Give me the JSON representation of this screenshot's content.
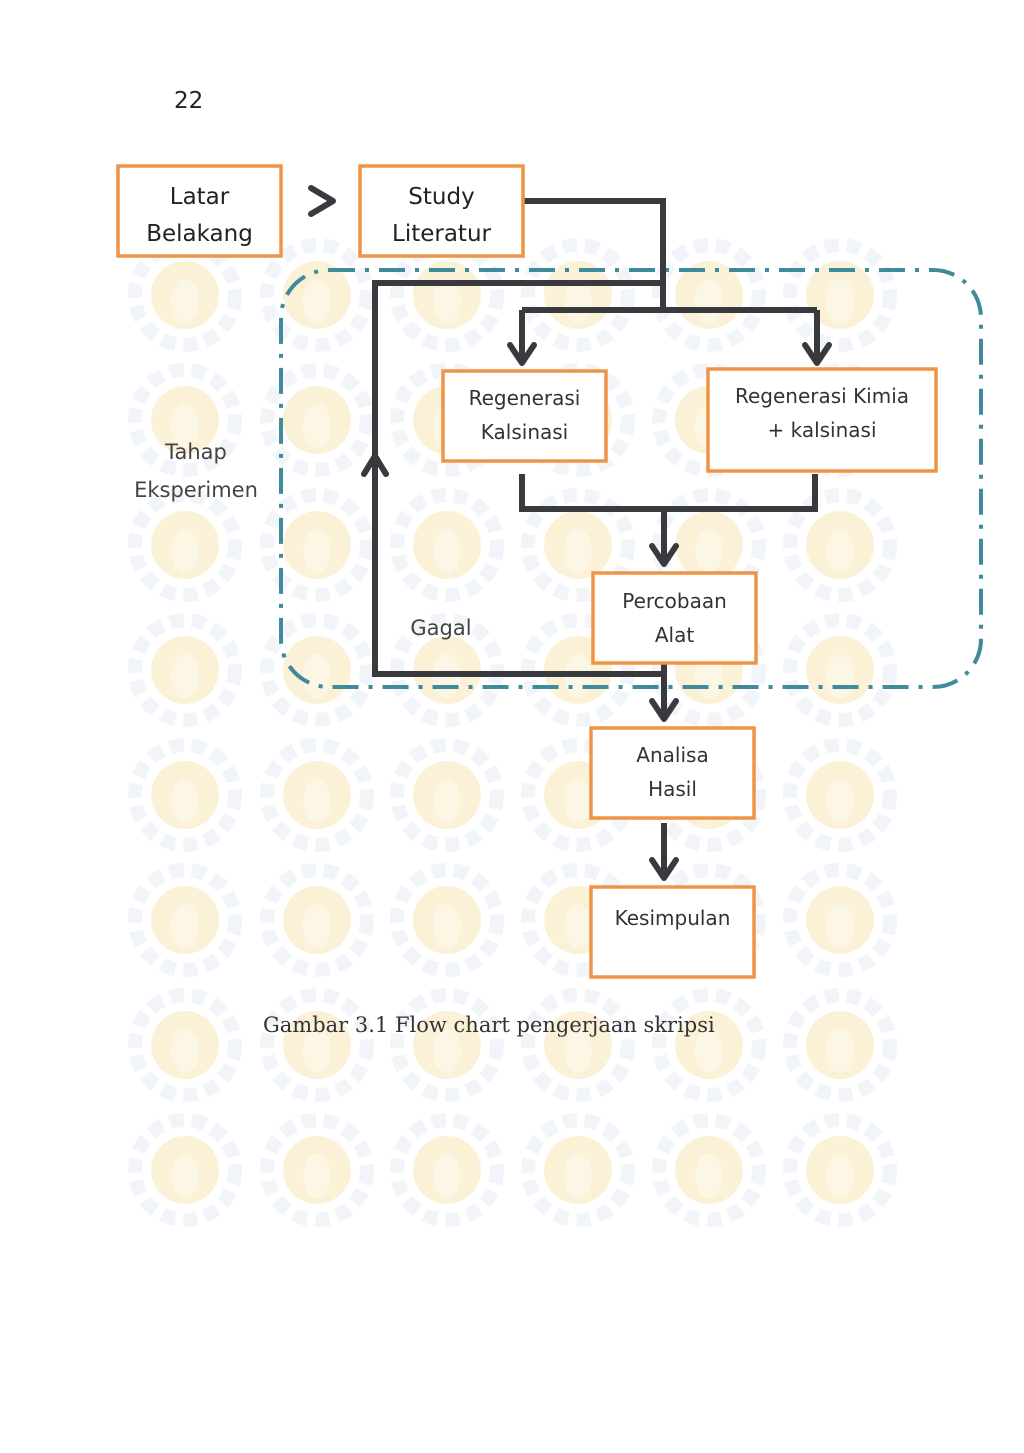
{
  "page_number": "22",
  "caption": "Gambar 3.1 Flow chart pengerjaan skripsi",
  "group_label": {
    "line1": "Tahap",
    "line2": "Eksperimen"
  },
  "edge_label_fail": "Gagal",
  "nodes": {
    "latar": {
      "line1": "Latar",
      "line2": "Belakang"
    },
    "study": {
      "line1": "Study",
      "line2": "Literatur"
    },
    "kalsinasi": {
      "line1": "Regenerasi",
      "line2": "Kalsinasi"
    },
    "kimia": {
      "line1": "Regenerasi Kimia",
      "line2": "+ kalsinasi"
    },
    "percobaan": {
      "line1": "Percobaan",
      "line2": "Alat"
    },
    "analisa": {
      "line1": "Analisa",
      "line2": "Hasil"
    },
    "kesimpulan": {
      "line1": "Kesimpulan"
    }
  },
  "colors": {
    "node_border": "#ef9446",
    "arrow": "#383a3d",
    "group_border": "#3f8a9b",
    "watermark": "#f7e6b8"
  }
}
